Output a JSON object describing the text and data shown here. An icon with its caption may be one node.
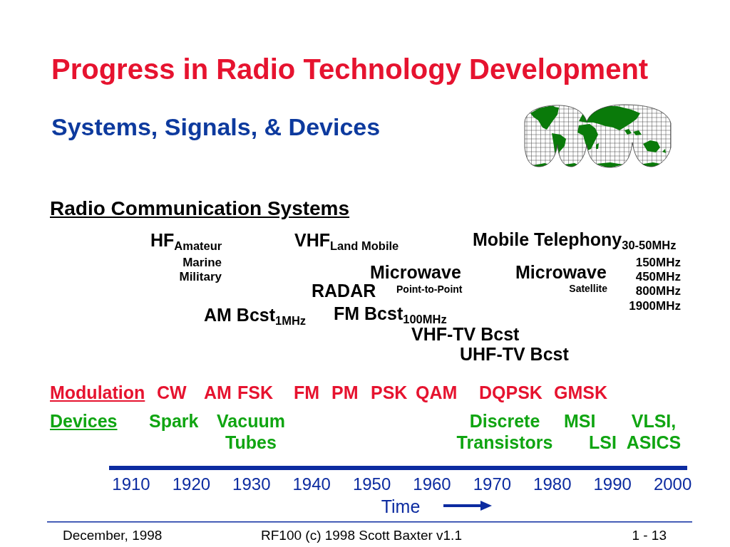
{
  "diagram": {
    "title": "Progress in Radio Technology Development",
    "labels": [
      "Systems, Signals, & Devices",
      "Radio Communication Systems",
      "HF$_{Amateur}$",
      "VHF$_{Land Mobile}$",
      "Mobile Telephony$_{30-50MHz}$",
      "Marine",
      "150MHz",
      "Military",
      "Microwave",
      "Microwave",
      "450MHz",
      "RADAR",
      "Point-to-Point",
      "Satellite",
      "800MHz",
      "1900MHz",
      "AM Bcst$_{1MHz}$",
      "FM Bcst$_{100MHz}$",
      "VHF-TV Bcst",
      "UHF-TV Bcst",
      "Modulation",
      "CW",
      "AM",
      "FSK",
      "FM",
      "PM",
      "PSK",
      "QAM",
      "DQPSK",
      "GMSK",
      "Devices",
      "Spark",
      "Vacuum Tubes",
      "Discrete Transistors",
      "MSI",
      "LSI",
      "VLSI, ASICS",
      "1910",
      "1920",
      "1930",
      "1940",
      "1950",
      "1960",
      "1970",
      "1980",
      "1990",
      "2000",
      "Time",
      "December, 1998",
      "RF100 (c) 1998 Scott Baxter v1.1",
      "1 - 13"
    ]
  }
}
